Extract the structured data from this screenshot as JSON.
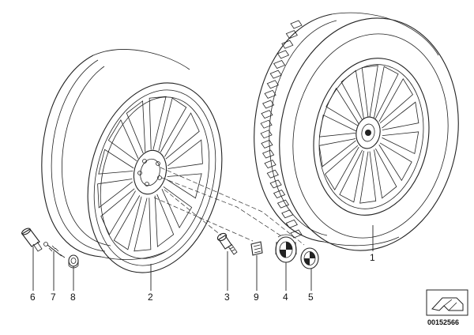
{
  "callouts": [
    {
      "key": "valve_cap",
      "label": "6"
    },
    {
      "key": "valve_stem",
      "label": "7"
    },
    {
      "key": "valve_nut",
      "label": "8"
    },
    {
      "key": "alloy_rim",
      "label": "2"
    },
    {
      "key": "wheel_bolt",
      "label": "3"
    },
    {
      "key": "balance_weight",
      "label": "9"
    },
    {
      "key": "hub_cap",
      "label": "4"
    },
    {
      "key": "emblem",
      "label": "5"
    },
    {
      "key": "complete_wheel",
      "label": "1"
    }
  ],
  "document_number": "00152566",
  "colors": {
    "line": "#222222",
    "background": "#ffffff"
  }
}
